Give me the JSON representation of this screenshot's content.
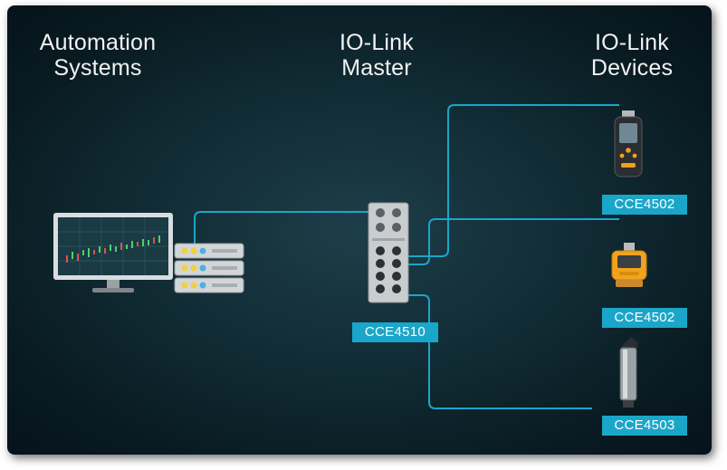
{
  "headings": {
    "automation_systems": "Automation\nSystems",
    "io_link_master": "IO-Link\nMaster",
    "io_link_devices": "IO-Link\nDevices"
  },
  "labels": {
    "master": "CCE4510",
    "device_1": "CCE4502",
    "device_2": "CCE4502",
    "device_3": "CCE4503"
  },
  "colors": {
    "background": "#0b2129",
    "wire": "#1aa6c9",
    "label_bg": "#1aa6c9",
    "device_accent": "#f0a020"
  },
  "icons": {
    "monitor": "monitor-with-stock-chart-icon",
    "server": "server-rack-icon",
    "master": "io-link-master-module-icon",
    "device_1": "handheld-sensor-icon",
    "device_2": "orange-display-sensor-icon",
    "device_3": "cylindrical-sensor-icon"
  }
}
